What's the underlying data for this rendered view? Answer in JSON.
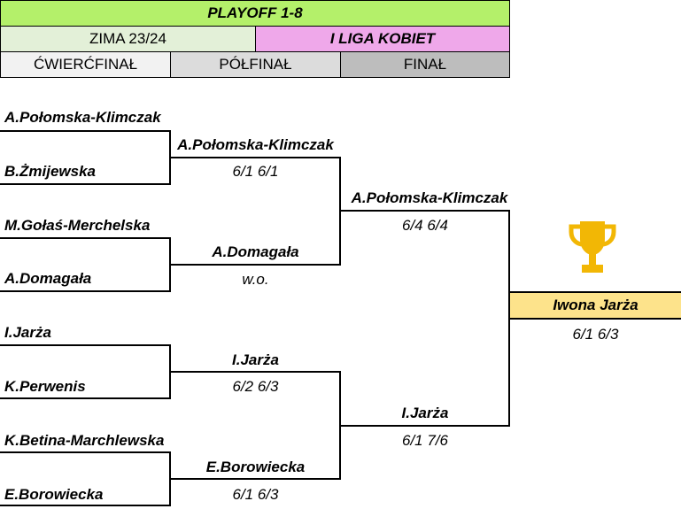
{
  "header": {
    "title": "PLAYOFF 1-8",
    "season": "ZIMA 23/24",
    "league": "I LIGA KOBIET",
    "rounds": [
      "ĆWIERĆFINAŁ",
      "PÓŁFINAŁ",
      "FINAŁ"
    ]
  },
  "colors": {
    "title_bg": "#b4f06a",
    "season_bg": "#e3f0d8",
    "league_bg": "#efa8ea",
    "round1_bg": "#f2f2f2",
    "round2_bg": "#dcdcdc",
    "round3_bg": "#bdbdbd",
    "winner_bg": "#fde38b",
    "trophy": "#f2b705"
  },
  "quarterfinals": [
    {
      "player1": "A.Połomska-Klimczak",
      "player2": "B.Żmijewska",
      "winner": "A.Połomska-Klimczak",
      "score": "6/1 6/1"
    },
    {
      "player1": "M.Gołaś-Merchelska",
      "player2": "A.Domagała",
      "winner": "A.Domagała",
      "score": "w.o."
    },
    {
      "player1": "I.Jarża",
      "player2": "K.Perwenis",
      "winner": "I.Jarża",
      "score": "6/2 6/3"
    },
    {
      "player1": "K.Betina-Marchlewska",
      "player2": "E.Borowiecka",
      "winner": "E.Borowiecka",
      "score": "6/1 6/3"
    }
  ],
  "semifinals": [
    {
      "winner": "A.Połomska-Klimczak",
      "score": "6/4 6/4"
    },
    {
      "winner": "I.Jarża",
      "score": "6/1 7/6"
    }
  ],
  "final": {
    "champion": "Iwona Jarża",
    "score": "6/1 6/3",
    "icon": "trophy-icon"
  }
}
